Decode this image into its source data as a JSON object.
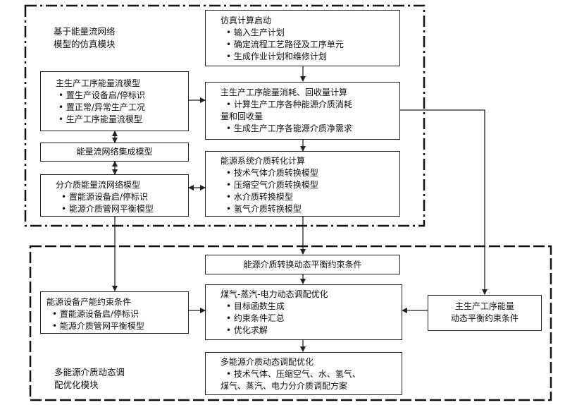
{
  "module_sim": {
    "label_line1": "基于能量流网络",
    "label_line2": "模型的仿真模块"
  },
  "module_opt": {
    "label_line1": "多能源介质动态调",
    "label_line2": "配优化模块"
  },
  "box_sim_start": {
    "title": "仿真计算启动",
    "items": [
      "• 输入生产计划",
      "• 确定流程工艺路径及工序单元",
      "• 生成作业计划和维修计划"
    ]
  },
  "box_main_process_model": {
    "title": "主生产工序能量流模型",
    "items": [
      "• 置生产设备启/停标识",
      "• 置正常/异常生产工况",
      "• 生产工序能量流模型"
    ]
  },
  "box_energy_calc": {
    "title": "主生产工序能量消耗、回收量计算",
    "items": [
      "• 计算生产工序各种能源介质消耗",
      "量和回收量",
      "• 生成生产工序各能源介质净需求"
    ]
  },
  "box_network_integration": {
    "title": "能量流网络集成模型"
  },
  "box_subnetwork_model": {
    "title": "分介质能量流网络模型",
    "items": [
      "• 置能源设备启/停标识",
      "• 能源介质管网平衡模型"
    ]
  },
  "box_medium_conversion": {
    "title": "能源系统介质转化计算",
    "items": [
      "• 技术气体介质转换模型",
      "• 压缩空气介质转换模型",
      "• 水介质转换模型",
      "• 氢气介质转换模型"
    ]
  },
  "box_balance_constraint": {
    "title": "能源介质转换动态平衡约束条件"
  },
  "box_capacity_constraint": {
    "title": "能源设备产能约束条件",
    "items": [
      "• 置能源设备启/停标识",
      "• 能源介质管网平衡模型"
    ]
  },
  "box_gas_steam_opt": {
    "title": "煤气-蒸汽-电力动态调配优化",
    "items": [
      "• 目标函数生成",
      "• 约束条件汇总",
      "• 优化求解"
    ]
  },
  "box_process_balance": {
    "title_line1": "主生产工序能量",
    "title_line2": "动态平衡约束条件"
  },
  "box_multi_opt": {
    "title": "多能源介质动态调配优化",
    "items": [
      "• 技术气体、压缩空气、水、氢气、",
      "煤气、蒸汽、电力分介质调配方案"
    ]
  }
}
